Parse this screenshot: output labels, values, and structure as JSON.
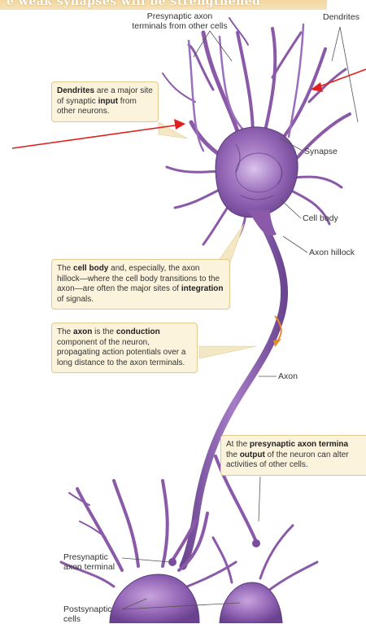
{
  "banner": {
    "text": "e weak synapses will be strengthened"
  },
  "labels": {
    "presynaptic_terminals": "Presynaptic axon\nterminals from other cells",
    "dendrites": "Dendrites",
    "synapse": "Synapse",
    "cell_body": "Cell body",
    "axon_hillock": "Axon hillock",
    "axon": "Axon",
    "presynaptic_terminal": "Presynaptic\naxon terminal",
    "postsynaptic_cells": "Postsynaptic\ncells"
  },
  "callouts": {
    "dendrites": {
      "p1": "Dendrites",
      "p2": " are a major site of synaptic ",
      "p3": "input",
      "p4": " from other neurons."
    },
    "cell_body": {
      "p1": "The ",
      "p2": "cell body",
      "p3": " and, especially, the axon hillock—where the cell body transitions to the axon—are often the major sites of ",
      "p4": "integration",
      "p5": " of signals."
    },
    "axon": {
      "p1": "The ",
      "p2": "axon",
      "p3": " is the ",
      "p4": "conduction",
      "p5": " component of the neuron, propagating action potentials over a long distance to the axon terminals."
    },
    "terminal": {
      "p1": "At the ",
      "p2": "presynaptic axon termina",
      "p3": " the ",
      "p4": "output",
      "p5": " of the neuron can alter activities of other cells."
    }
  },
  "colors": {
    "neuron": "#8a5aa8",
    "neuron_dark": "#5e3a7d",
    "neuron_light": "#c6a6dc",
    "arrow": "#e02020",
    "signal": "#e8892a"
  }
}
